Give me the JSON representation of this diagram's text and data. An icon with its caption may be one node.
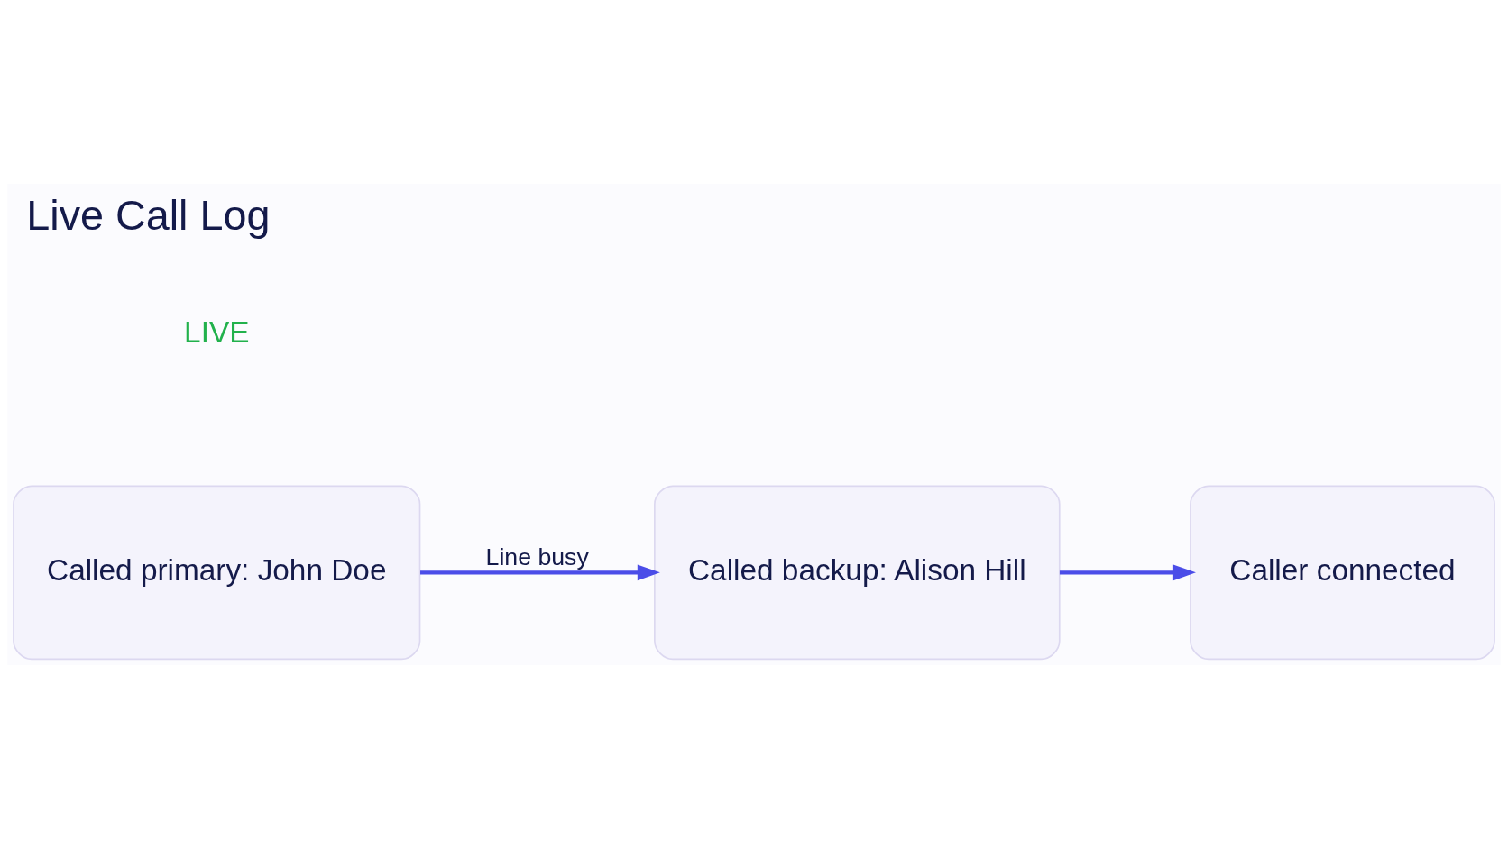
{
  "diagram": {
    "title": "Live Call Log",
    "nodes": [
      {
        "text": [
          "Called primary: John Doe"
        ]
      },
      {
        "text": [
          "Called backup: Alison Hill"
        ]
      },
      {
        "text": [
          "Caller connected"
        ]
      }
    ],
    "edges": [
      {
        "from": 0,
        "to": 1,
        "arrow": "to",
        "label": "Line busy"
      },
      {
        "from": 1,
        "to": 2,
        "arrow": "to"
      }
    ],
    "labels": [
      "LIVE"
    ]
  }
}
